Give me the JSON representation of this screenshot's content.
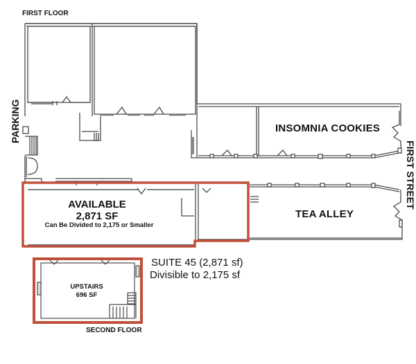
{
  "floor_labels": {
    "first_floor": "FIRST FLOOR",
    "second_floor": "SECOND FLOOR"
  },
  "street_labels": {
    "parking": "PARKING",
    "first_street": "FIRST STREET"
  },
  "tenants": [
    {
      "name": "INSOMNIA COOKIES"
    },
    {
      "name": "TEA ALLEY"
    }
  ],
  "available_space": {
    "title": "AVAILABLE",
    "area": "2,871 SF",
    "note": "Can Be Divided to 2,175 or Smaller"
  },
  "upstairs_space": {
    "title": "UPSTAIRS",
    "area": "696 SF"
  },
  "suite_info": {
    "line1": "SUITE 45 (2,871 sf)",
    "line2": "Divisible to 2,175 sf"
  },
  "colors": {
    "highlight": "#c0503a",
    "wall": "#555555"
  }
}
